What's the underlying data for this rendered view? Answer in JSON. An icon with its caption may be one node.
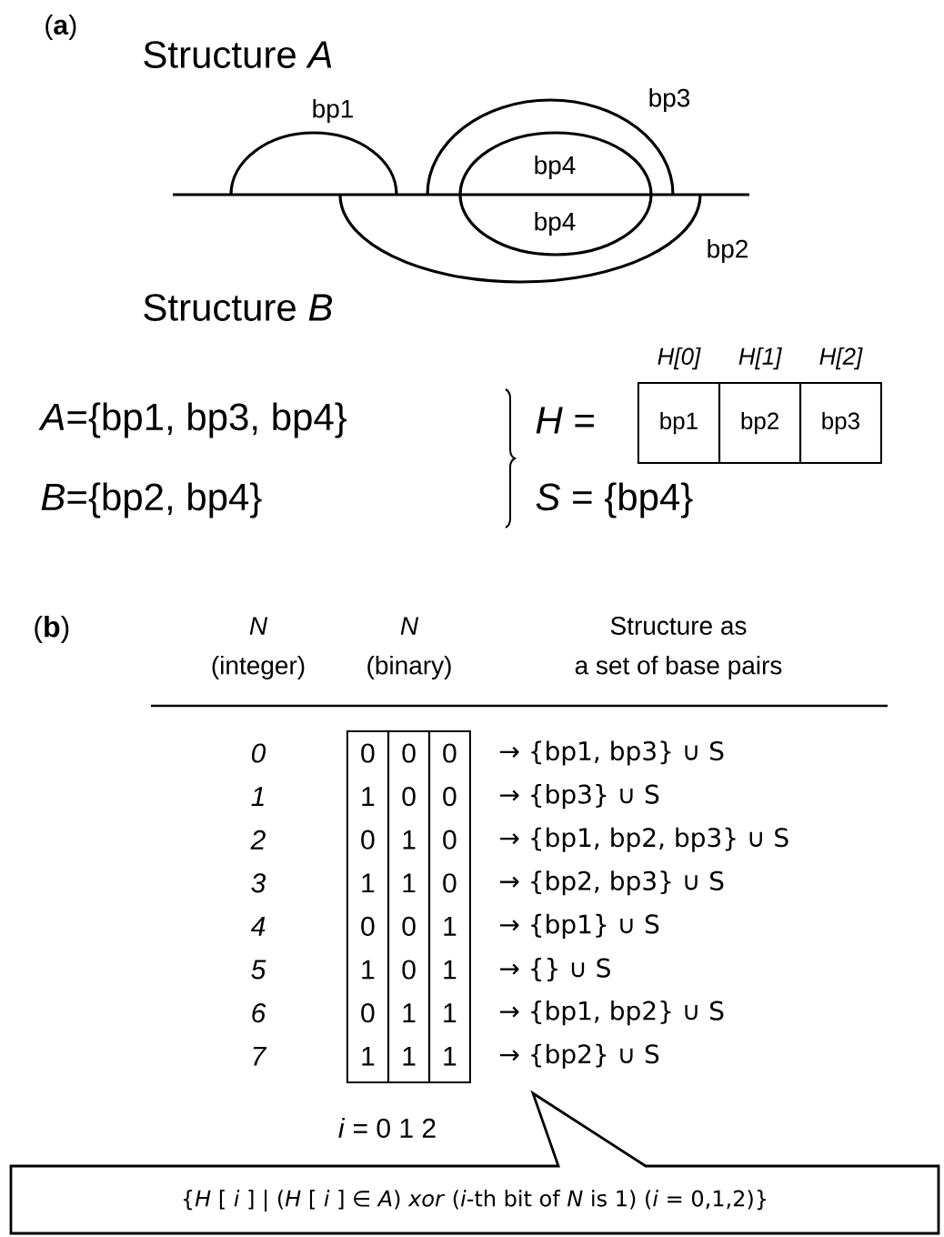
{
  "diagram": {
    "nodes": [
      {
        "text": [
          "bp1"
        ],
        "beside": [
          "H[0]"
        ]
      },
      {
        "text": [
          "bp2"
        ],
        "beside": [
          "H[1]"
        ]
      },
      {
        "text": [
          "bp3"
        ],
        "beside": [
          "H[2]"
        ]
      },
      {
        "text": [
          "0",
          "1",
          "0",
          "1",
          "0",
          "1",
          "0",
          "1"
        ]
      },
      {
        "text": [
          "0",
          "0",
          "1",
          "1",
          "0",
          "0",
          "1",
          "1"
        ]
      },
      {
        "text": [
          "0",
          "0",
          "0",
          "0",
          "1",
          "1",
          "1",
          "1"
        ]
      },
      {
        "text": [
          "{*H* [ *i* ] | (*H* [ *i* ] ∈ *A*) *xor* (*i*-th bit of *N* is 1)  (*i* = 0,1,2)}"
        ]
      }
    ],
    "labels": [
      "(**a**)",
      "Structure *A*",
      "bp1",
      "bp3",
      "bp4",
      "bp4",
      "bp2",
      "Structure *B*",
      "*A*={bp1, bp3, bp4}",
      "*B*={bp2, bp4}",
      "*H* =",
      "*S* = {bp4}",
      "(**b**)",
      "N",
      "(integer)",
      "N",
      "(binary)",
      "Structure as",
      "a set of base pairs",
      "0",
      "→ {bp1, bp3} ∪ S",
      "1",
      "→ {bp3} ∪ S",
      "2",
      "→ {bp1, bp2, bp3} ∪ S",
      "3",
      "→ {bp2, bp3} ∪ S",
      "4",
      "→ {bp1} ∪ S",
      "5",
      "→ {} ∪ S",
      "6",
      "→ {bp1, bp2} ∪ S",
      "7",
      "→ {bp2} ∪ S",
      "*i* = 0 1 2"
    ]
  }
}
